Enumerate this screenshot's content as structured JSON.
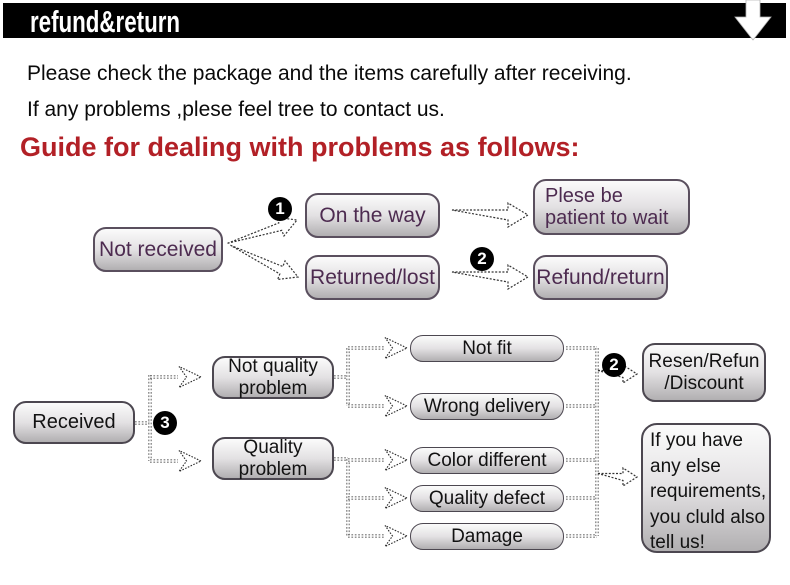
{
  "colors": {
    "banner_bg": "#000000",
    "banner_text": "#ffffff",
    "heading_red": "#b22026",
    "flow1_text_purple": "#4d2b50",
    "flow2_text_black": "#121212",
    "box_gradient_top": "#fbfbfb",
    "box_gradient_bottom": "#b1afb1",
    "badge_bg": "#000000"
  },
  "banner": {
    "title": "refund&return"
  },
  "icons": {
    "down_arrow": "down-arrow"
  },
  "intro": {
    "line1": "Please check the package and the items carefully after receiving.",
    "line2": "If any problems ,plese feel tree to contact us."
  },
  "heading": "Guide for dealing with problems as follows:",
  "flow_not_received": {
    "badge_1": "1",
    "badge_2": "2",
    "not_received": "Not received",
    "on_the_way": "On the way",
    "returned_lost": "Returned/lost",
    "patient_wait": "Plese be\npatient to wait",
    "refund_return": "Refund/return"
  },
  "flow_received": {
    "badge_3": "3",
    "badge_2": "2",
    "received": "Received",
    "not_quality_problem": "Not quality\nproblem",
    "quality_problem": "Quality\nproblem",
    "not_fit": "Not fit",
    "wrong_delivery": "Wrong delivery",
    "color_different": "Color different",
    "quality_defect": "Quality defect",
    "damage": "Damage",
    "resend_refund_discount": "Resen/Refun\n/Discount",
    "note": "If you have\nany else\nrequirements,\nyou cluld also\ntell us!"
  }
}
